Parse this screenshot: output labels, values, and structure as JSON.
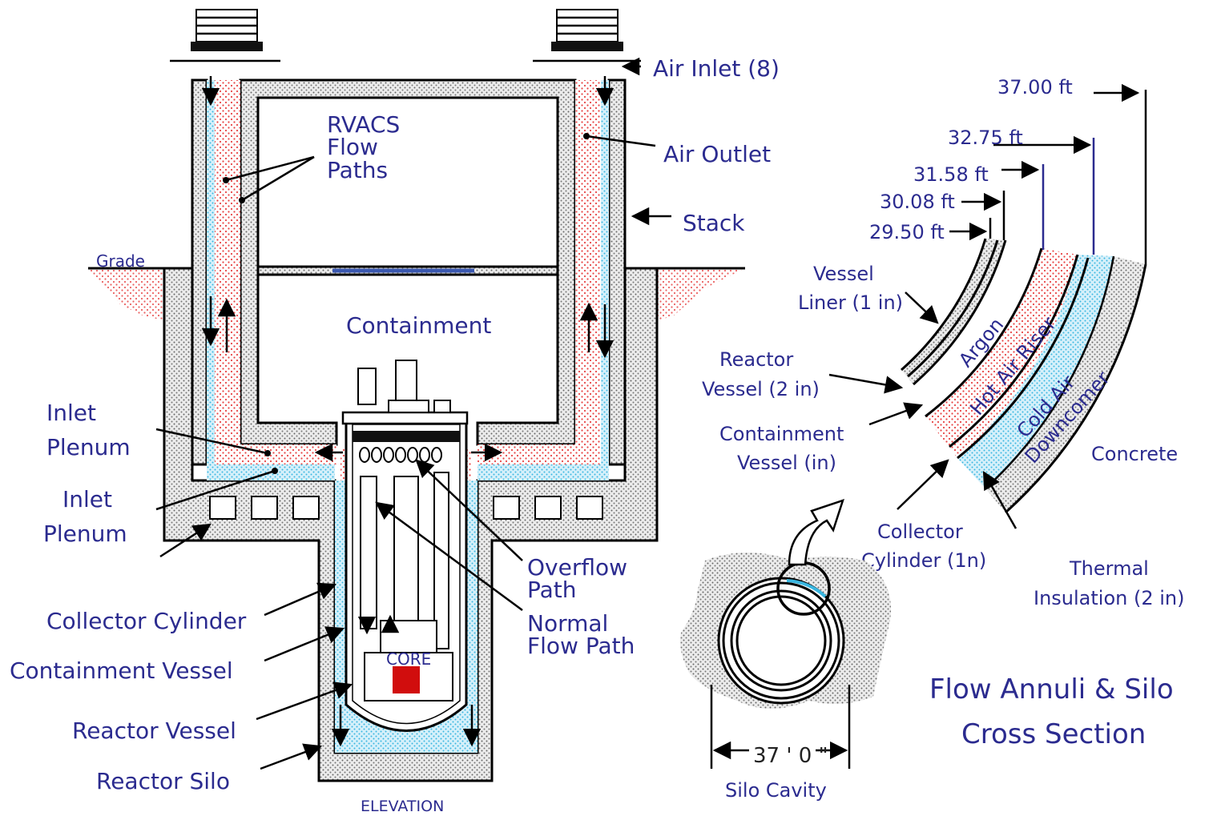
{
  "elevation": {
    "labels": {
      "rvacs": [
        "RVACS",
        "Flow",
        "Paths"
      ],
      "air_inlet": "Air Inlet (8)",
      "air_outlet": "Air Outlet",
      "stack": "Stack",
      "grade": "Grade",
      "containment": "Containment",
      "inlet_plenum_1": [
        "Inlet",
        "Plenum"
      ],
      "inlet_plenum_2": [
        "Inlet",
        "Plenum"
      ],
      "overflow_path": [
        "Overflow",
        "Path"
      ],
      "normal_flow_path": [
        "Normal",
        "Flow Path"
      ],
      "collector_cylinder": "Collector Cylinder",
      "containment_vessel": "Containment Vessel",
      "reactor_vessel": "Reactor Vessel",
      "reactor_silo": "Reactor Silo",
      "core": "CORE",
      "elevation": "ELEVATION"
    }
  },
  "cross_section": {
    "dimensions": [
      "37.00 ft",
      "32.75 ft",
      "31.58 ft",
      "30.08 ft",
      "29.50 ft"
    ],
    "labels": {
      "vessel_liner": [
        "Vessel",
        "Liner (1 in)"
      ],
      "reactor_vessel": [
        "Reactor",
        "Vessel (2 in)"
      ],
      "containment_vessel": [
        "Containment",
        "Vessel (in)"
      ],
      "collector_cylinder": [
        "Collector",
        "Cylinder (1n)"
      ],
      "thermal_insulation": [
        "Thermal",
        "Insulation (2 in)"
      ],
      "argon": "Argon",
      "hot_air_riser": "Hot Air Riser",
      "cold_air_downcomer": [
        "Cold Air",
        "Downcomer"
      ],
      "concrete": "Concrete"
    },
    "title": [
      "Flow Annuli & Silo",
      "Cross Section"
    ],
    "silo_dimension": "37 ' 0 \"",
    "silo_cavity": "Silo Cavity"
  },
  "colors": {
    "label_text": "#2b2b8f",
    "hot_air": "#e84545",
    "cold_air": "#39b6e0",
    "concrete": "#7a7a7a",
    "core": "#d10d0d",
    "floor_line": "#3a58b0"
  }
}
